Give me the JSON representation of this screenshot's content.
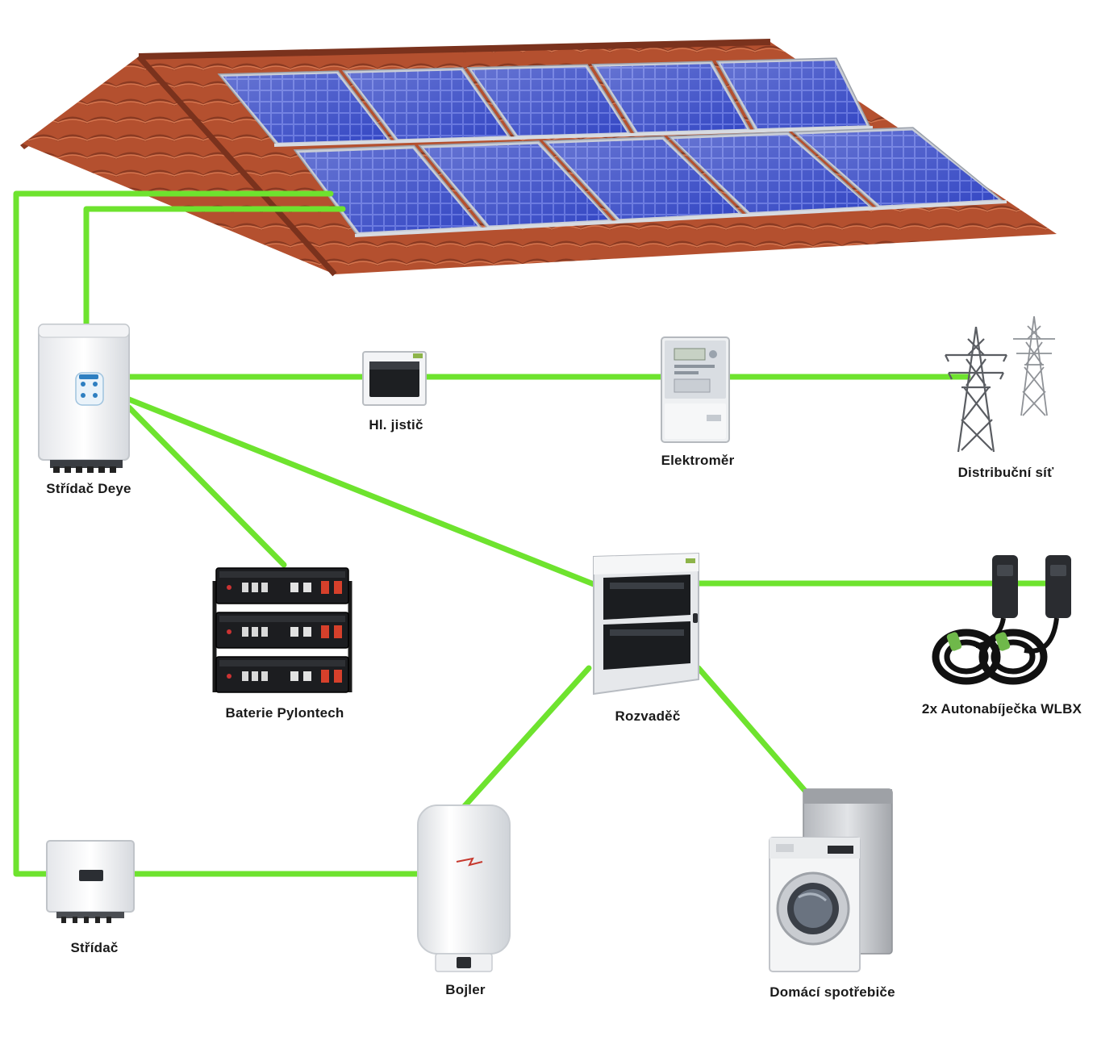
{
  "colors": {
    "wire": "#6ee32e",
    "roof": "#b4502f",
    "roof_dark": "#8a3a22",
    "panel": "#2f3fb8",
    "panel_light": "#4a5cd8",
    "panel_frame": "#c9cdd6"
  },
  "nodes": {
    "inverter_deye": {
      "label": "Střídač Deye",
      "icon": "hybrid-inverter-icon"
    },
    "main_breaker": {
      "label": "Hl. jistič",
      "icon": "breaker-box-icon"
    },
    "meter": {
      "label": "Elektroměr",
      "icon": "electricity-meter-icon"
    },
    "grid": {
      "label": "Distribuční síť",
      "icon": "power-pylon-icon"
    },
    "battery": {
      "label": "Baterie Pylontech",
      "icon": "battery-rack-icon"
    },
    "switchboard": {
      "label": "Rozvaděč",
      "icon": "switchboard-icon"
    },
    "ev_charger": {
      "label": "2x Autonabíječka WLBX",
      "icon": "ev-charger-icon"
    },
    "inverter": {
      "label": "Střídač",
      "icon": "inverter-icon"
    },
    "boiler": {
      "label": "Bojler",
      "icon": "water-heater-icon"
    },
    "appliances": {
      "label": "Domácí spotřebiče",
      "icon": "washing-machine-icon"
    }
  }
}
